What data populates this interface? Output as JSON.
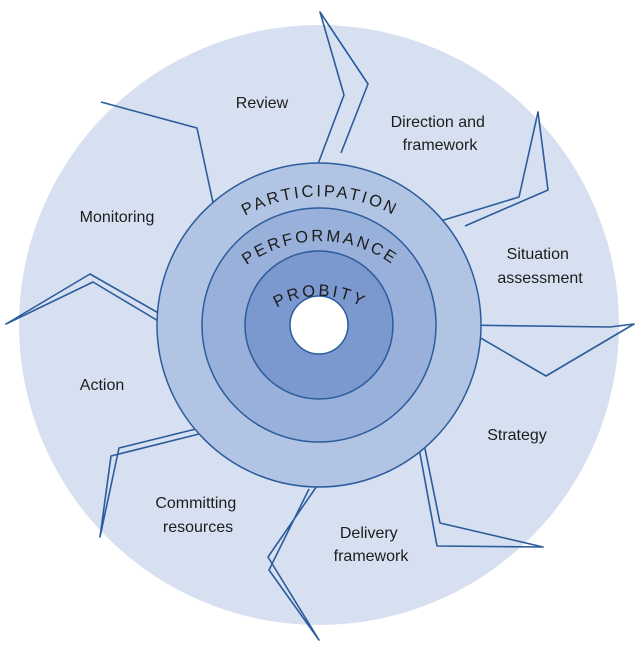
{
  "diagram": {
    "title_hidden": "",
    "stages": [
      {
        "id": "review",
        "lines": [
          "Review"
        ]
      },
      {
        "id": "direction",
        "lines": [
          "Direction and",
          "framework"
        ]
      },
      {
        "id": "situation",
        "lines": [
          "Situation",
          "assessment"
        ]
      },
      {
        "id": "strategy",
        "lines": [
          "Strategy"
        ]
      },
      {
        "id": "delivery",
        "lines": [
          "Delivery",
          "framework"
        ]
      },
      {
        "id": "committing",
        "lines": [
          "Committing",
          "resources"
        ]
      },
      {
        "id": "action",
        "lines": [
          "Action"
        ]
      },
      {
        "id": "monitoring",
        "lines": [
          "Monitoring"
        ]
      }
    ],
    "rings": {
      "outer": "PARTICIPATION",
      "middle": "PERFORMANCE",
      "inner": "PROBITY"
    },
    "colors": {
      "outer_cycle_fill": "#d6e0f1",
      "outline": "#2c5c9c",
      "ring_participation": "#b2c4e4",
      "ring_performance": "#98b0da",
      "ring_probity": "#7b98cf",
      "hub": "#ffffff"
    }
  }
}
